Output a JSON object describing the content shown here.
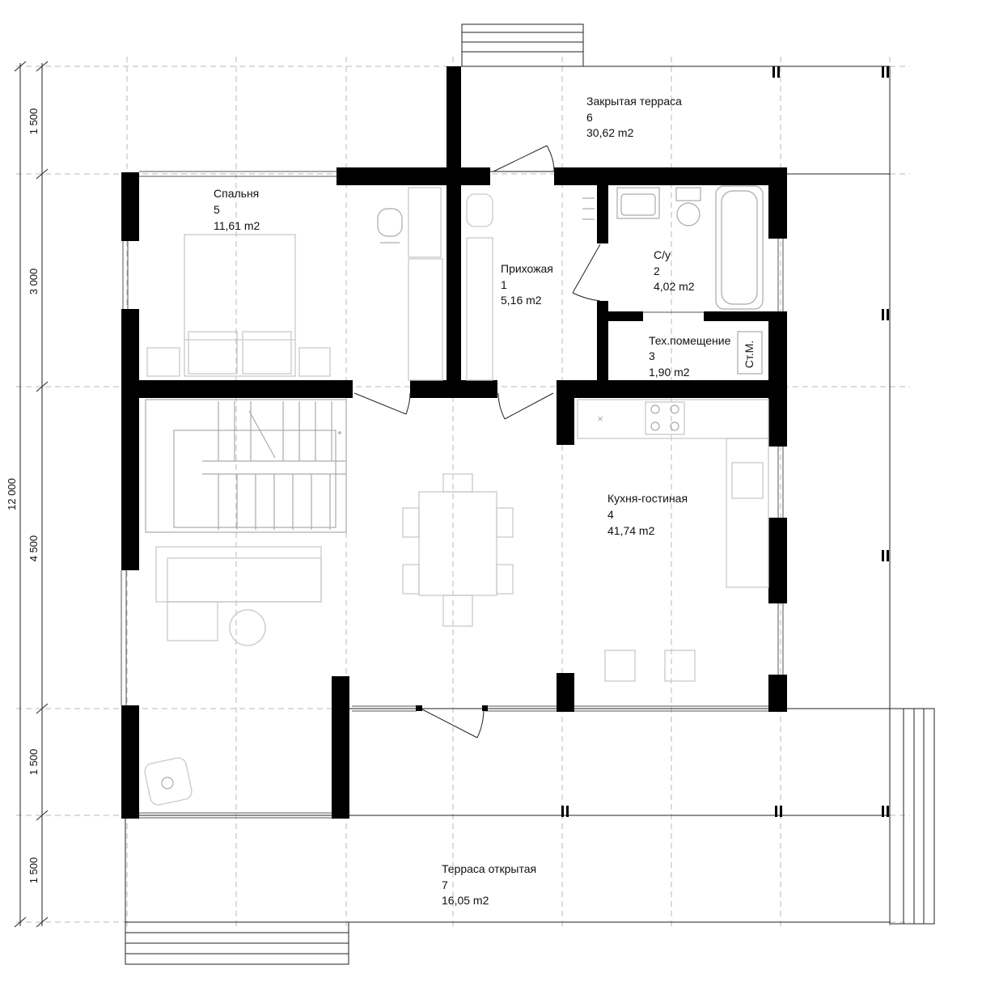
{
  "dimensions": {
    "total": "12 000",
    "segments": [
      "1 500",
      "3 000",
      "4 500",
      "1 500",
      "1 500"
    ]
  },
  "rooms": [
    {
      "name": "Прихожая",
      "number": "1",
      "area": "5,16 m2"
    },
    {
      "name": "С/у",
      "number": "2",
      "area": "4,02 m2"
    },
    {
      "name": "Тех.помещение",
      "number": "3",
      "area": "1,90 m2"
    },
    {
      "name": "Кухня-гостиная",
      "number": "4",
      "area": "41,74 m2"
    },
    {
      "name": "Спальня",
      "number": "5",
      "area": "11,61 m2"
    },
    {
      "name": "Закрытая терраса",
      "number": "6",
      "area": "30,62 m2"
    },
    {
      "name": "Терраса открытая",
      "number": "7",
      "area": "16,05 m2"
    }
  ],
  "equipment": {
    "boiler_label": "Ст.М."
  }
}
